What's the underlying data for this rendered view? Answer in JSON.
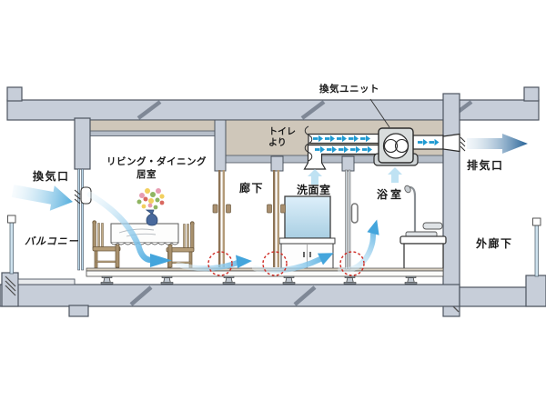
{
  "diagram": {
    "labels": {
      "ventilation_unit": "換気ユニット",
      "from_toilet_line1": "トイレ",
      "from_toilet_line2": "より",
      "exhaust_outlet": "排気口",
      "intake_vent": "換気口",
      "living_dining_line1": "リビング・ダイニング",
      "living_dining_line2": "居室",
      "hallway": "廊下",
      "washroom": "洗面室",
      "bathroom": "浴室",
      "balcony": "バルコニー",
      "outer_corridor": "外廊下"
    },
    "colors": {
      "concrete_gray": "#c7ced9",
      "ceiling_plenum_beige": "#cfc7ba",
      "dropped_ceiling_gray": "#b6bec9",
      "duct_airflow_blue": "#1f9ad2",
      "soft_airflow_blue": "#bfe2f3",
      "exhaust_deep_blue": "#2e689b",
      "door_undercut_red": "#cf2b24",
      "door_wood_brown": "#9c8163",
      "window_glass_blue": "#bcd9ec"
    },
    "icons": {
      "fan_unit": "fan-icon",
      "duct_flow": "arrow-right-icon",
      "exhaust_flow": "arrow-right-icon",
      "intake_flow": "arrow-right-icon",
      "room_air_rise": "arrow-up-icon",
      "door_undercut": "dashed-circle-icon"
    }
  }
}
